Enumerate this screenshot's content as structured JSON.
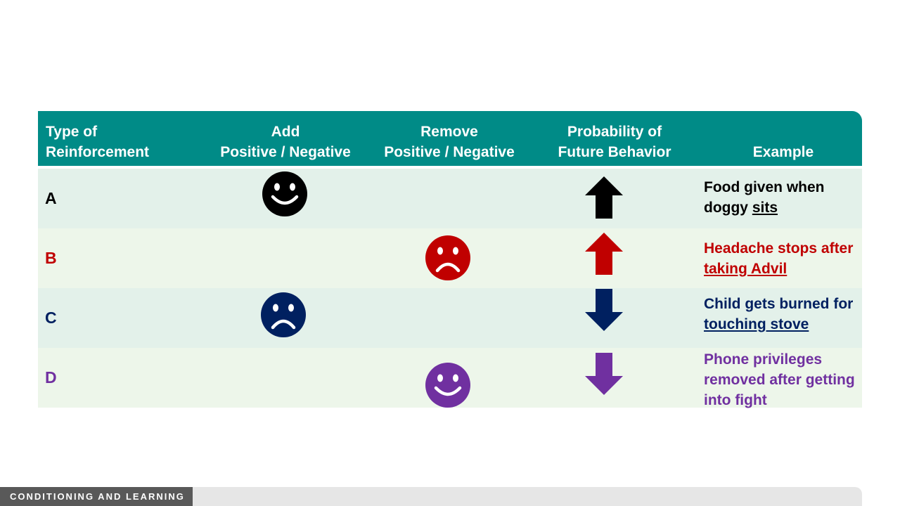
{
  "header": {
    "type": "Type of\nReinforcement",
    "add": "Add\nPositive / Negative",
    "remove": "Remove\nPositive / Negative",
    "probability": "Probability of\nFuture Behavior",
    "example": "Example"
  },
  "rows": [
    {
      "type": "A",
      "color": "#000000",
      "column": "add",
      "face": "smile",
      "arrow": "up",
      "example_pre": "Food given when doggy ",
      "example_u": "sits"
    },
    {
      "type": "B",
      "color": "#c00000",
      "column": "remove",
      "face": "frown",
      "arrow": "up",
      "example_pre": "Headache stops after ",
      "example_u": "taking Advil"
    },
    {
      "type": "C",
      "color": "#002060",
      "column": "add",
      "face": "frown",
      "arrow": "down",
      "example_pre": "Child gets burned for ",
      "example_u": "touching stove"
    },
    {
      "type": "D",
      "color": "#7030a0",
      "column": "remove",
      "face": "smile",
      "arrow": "down",
      "example_pre": "Phone privileges removed after getting into fight",
      "example_u": ""
    }
  ],
  "footer": {
    "label": "CONDITIONING AND LEARNING"
  },
  "colors": {
    "header_bg": "#008b87",
    "row_odd": "#e3f1ea",
    "row_even": "#edf6ea"
  }
}
